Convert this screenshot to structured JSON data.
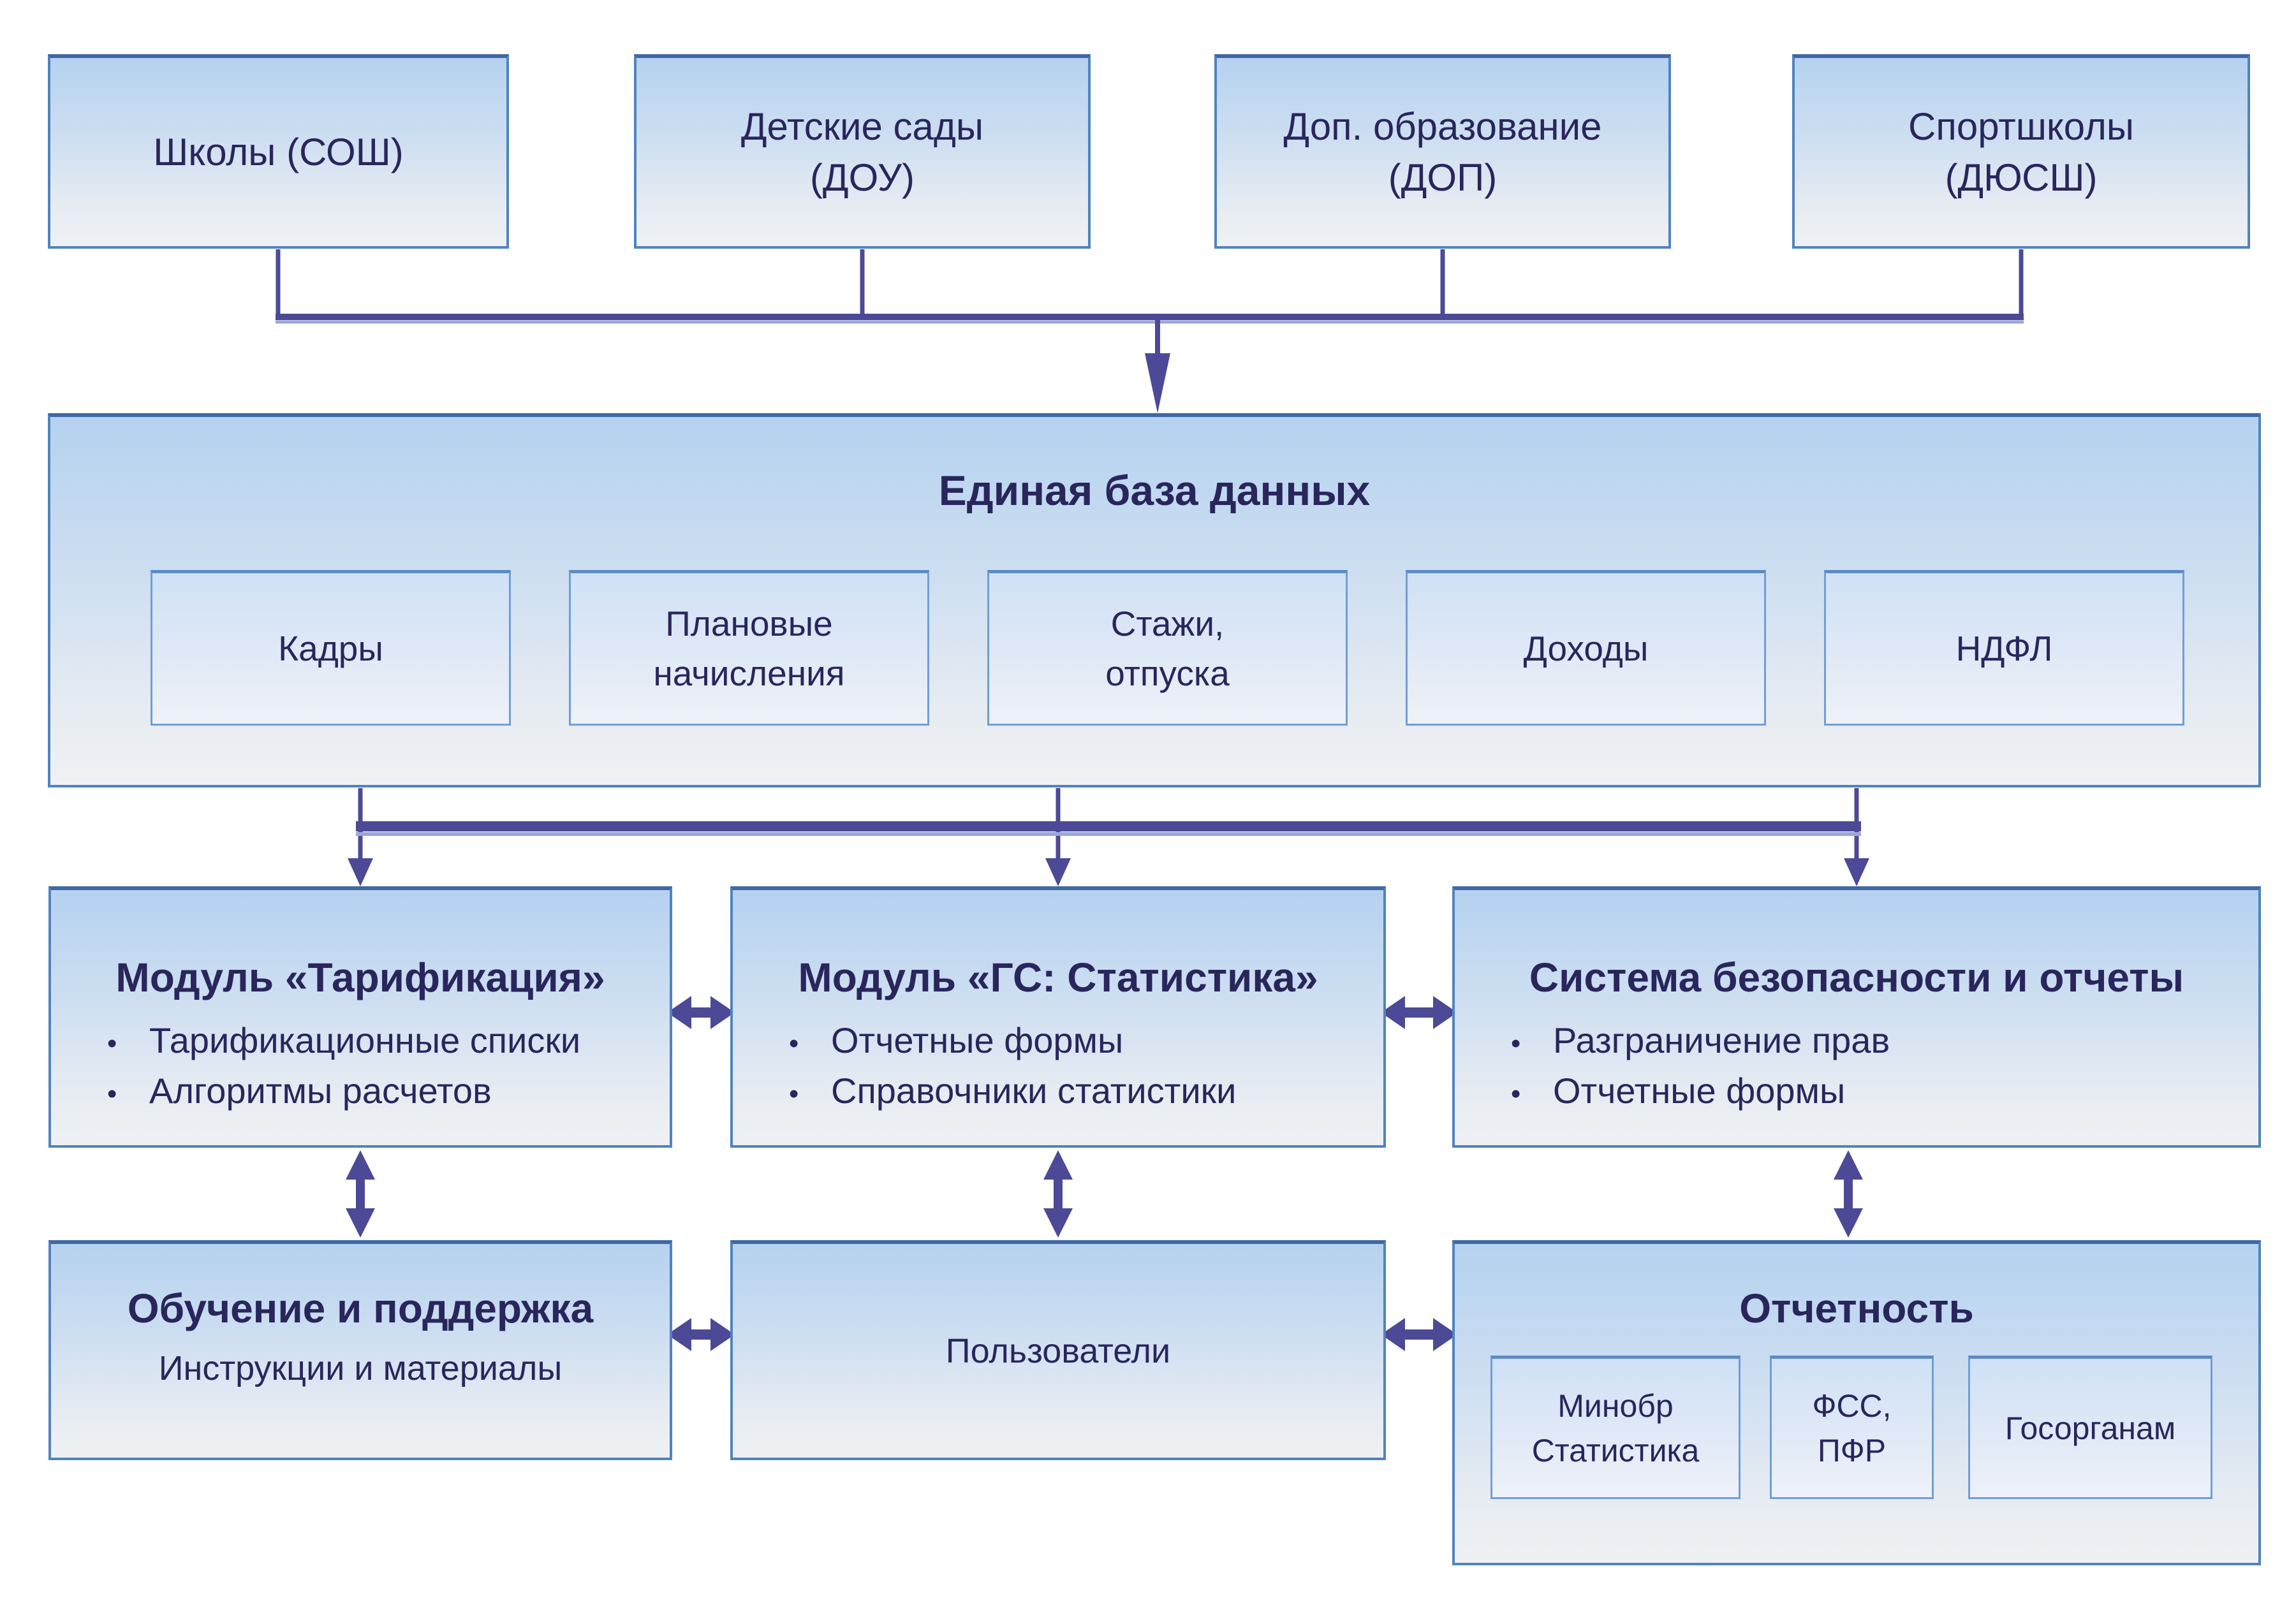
{
  "colors": {
    "background": "#ffffff",
    "box_border": "#5083bf",
    "box_border_top": "#3f68a3",
    "box_fill_top": "#b5d2f0",
    "box_fill_bottom": "#eff1f3",
    "subbox_border": "#6f9ed6",
    "subbox_fill_top": "#cfe1f6",
    "text": "#29265c",
    "connector": "#4c4a96",
    "connector_shadow": "#9aa7d8"
  },
  "sources": [
    {
      "label": "Школы (СОШ)"
    },
    {
      "label": "Детские сады\n(ДОУ)"
    },
    {
      "label": "Доп. образование\n(ДОП)"
    },
    {
      "label": "Спортшколы\n(ДЮСШ)"
    }
  ],
  "database": {
    "title": "Единая база данных",
    "items": [
      {
        "label": "Кадры"
      },
      {
        "label": "Плановые\nначисления"
      },
      {
        "label": "Стажи,\nотпуска"
      },
      {
        "label": "Доходы"
      },
      {
        "label": "НДФЛ"
      }
    ]
  },
  "modules": [
    {
      "title": "Модуль «Тарификация»",
      "bullets": [
        "Тарификационные списки",
        "Алгоритмы расчетов"
      ]
    },
    {
      "title": "Модуль «ГС: Статистика»",
      "bullets": [
        "Отчетные формы",
        "Справочники статистики"
      ]
    },
    {
      "title": "Система безопасности и отчеты",
      "bullets": [
        "Разграничение прав",
        "Отчетные формы"
      ]
    }
  ],
  "bottom_row": {
    "training": {
      "title": "Обучение и поддержка",
      "subtitle": "Инструкции и материалы"
    },
    "users": {
      "label": "Пользователи"
    },
    "reporting": {
      "title": "Отчетность",
      "items": [
        {
          "label": "Минобр\nСтатистика"
        },
        {
          "label": "ФСС,\nПФР"
        },
        {
          "label": "Госорганам"
        }
      ]
    }
  }
}
